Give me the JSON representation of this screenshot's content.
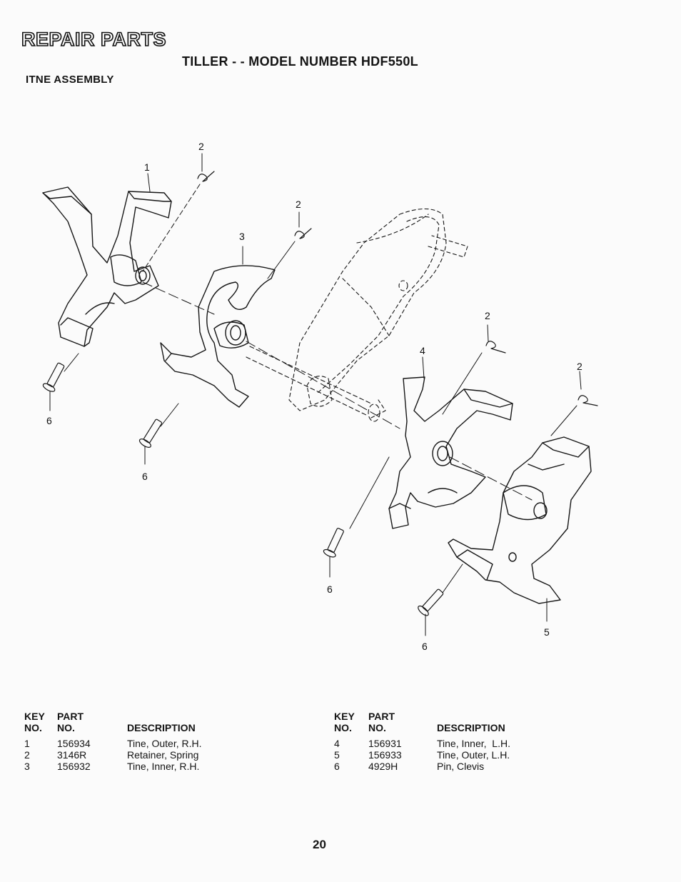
{
  "header": {
    "title": "REPAIR PARTS",
    "subtitle": "TILLER - - MODEL NUMBER HDF550L",
    "section": "ITNE ASSEMBLY"
  },
  "diagram": {
    "callouts": [
      "1",
      "2",
      "2",
      "3",
      "2",
      "4",
      "2",
      "6",
      "6",
      "6",
      "5",
      "6"
    ]
  },
  "parts_table": {
    "headers": {
      "key_line1": "KEY",
      "key_line2": "NO.",
      "part_line1": "PART",
      "part_line2": "NO.",
      "description": "DESCRIPTION"
    },
    "left_rows": [
      {
        "key": "1",
        "part": "156934",
        "description": "Tine, Outer, R.H."
      },
      {
        "key": "2",
        "part": "3146R",
        "description": "Retainer, Spring"
      },
      {
        "key": "3",
        "part": "156932",
        "description": "Tine, Inner, R.H."
      }
    ],
    "right_rows": [
      {
        "key": "4",
        "part": "156931",
        "description": "Tine, Inner,  L.H."
      },
      {
        "key": "5",
        "part": "156933",
        "description": "Tine, Outer, L.H."
      },
      {
        "key": "6",
        "part": "4929H",
        "description": "Pin, Clevis"
      }
    ]
  },
  "footer": {
    "page_number": "20"
  }
}
